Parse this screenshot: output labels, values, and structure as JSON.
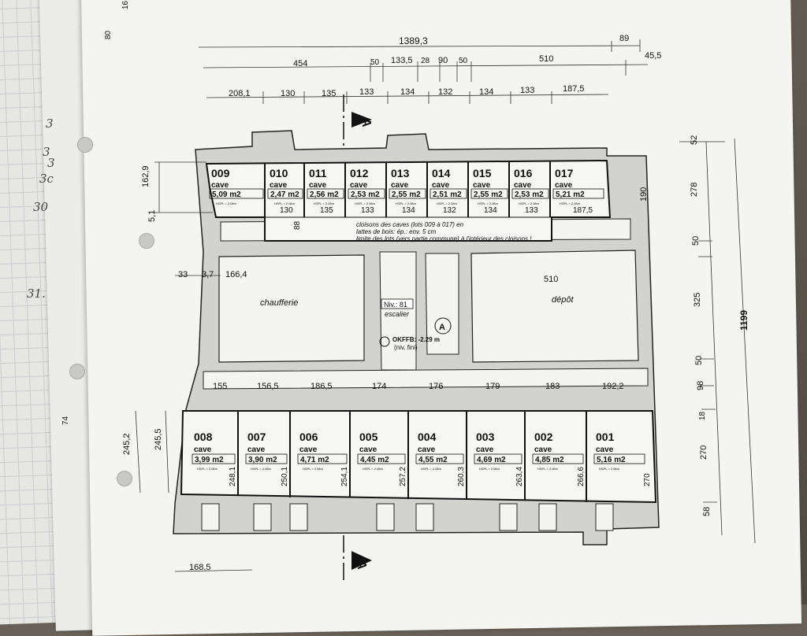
{
  "dimensions": {
    "total_width": "1389,3",
    "top_right_89": "89",
    "top_right_45": "45,5",
    "row2": [
      "454",
      "50",
      "133,5",
      "28",
      "90",
      "50",
      "510"
    ],
    "row3": [
      "208,1",
      "130",
      "135",
      "133",
      "134",
      "132",
      "134",
      "133",
      "187,5"
    ],
    "left_162": "162,9",
    "left_5": "5,1",
    "right_190": "190",
    "right_col": [
      "52",
      "278",
      "50",
      "325",
      "50",
      "98",
      "18",
      "270",
      "58"
    ],
    "right_total": "1199",
    "corridor_widths": [
      "155",
      "156,5",
      "186,5",
      "174",
      "176",
      "179",
      "183",
      "192,2"
    ],
    "left_245a": "245,2",
    "left_245b": "245,5",
    "left_33": "33",
    "left_3_7": "3,7",
    "left_166": "166,4",
    "right_510": "510",
    "bottom_168": "168,5",
    "left_88": "88",
    "left_74": "74",
    "margin_80": "80",
    "margin_16": "16"
  },
  "section_marker": "A",
  "top_cellars": [
    {
      "num": "009",
      "type": "cave",
      "area": "5,09 m2",
      "hspl": "HSPL = 2.08m",
      "width": ""
    },
    {
      "num": "010",
      "type": "cave",
      "area": "2,47 m2",
      "hspl": "HSPL = 2.08m",
      "width": "130"
    },
    {
      "num": "011",
      "type": "cave",
      "area": "2,56 m2",
      "hspl": "HSPL = 2.08m",
      "width": "135"
    },
    {
      "num": "012",
      "type": "cave",
      "area": "2,53 m2",
      "hspl": "HSPL = 2.08m",
      "width": "133"
    },
    {
      "num": "013",
      "type": "cave",
      "area": "2,55 m2",
      "hspl": "HSPL = 2.08m",
      "width": "134"
    },
    {
      "num": "014",
      "type": "cave",
      "area": "2,51 m2",
      "hspl": "HSPL = 2.08m",
      "width": "132"
    },
    {
      "num": "015",
      "type": "cave",
      "area": "2,55 m2",
      "hspl": "HSPL = 2.08m",
      "width": "134"
    },
    {
      "num": "016",
      "type": "cave",
      "area": "2,53 m2",
      "hspl": "HSPL = 2.08m",
      "width": "133"
    },
    {
      "num": "017",
      "type": "cave",
      "area": "5,21 m2",
      "hspl": "HSPL = 2.08m",
      "width": "187,5"
    }
  ],
  "bottom_cellars": [
    {
      "num": "008",
      "type": "cave",
      "area": "3,99 m2",
      "hspl": "HSPL = 2.08m",
      "depth": "248,1"
    },
    {
      "num": "007",
      "type": "cave",
      "area": "3,90 m2",
      "hspl": "HSPL = 2.08m",
      "depth": "250,1"
    },
    {
      "num": "006",
      "type": "cave",
      "area": "4,71 m2",
      "hspl": "HSPL = 2.08m",
      "depth": "254,1"
    },
    {
      "num": "005",
      "type": "cave",
      "area": "4,45 m2",
      "hspl": "HSPL = 2.08m",
      "depth": "257,2"
    },
    {
      "num": "004",
      "type": "cave",
      "area": "4,55 m2",
      "hspl": "HSPL = 2.08m",
      "depth": "260,3"
    },
    {
      "num": "003",
      "type": "cave",
      "area": "4,69 m2",
      "hspl": "HSPL = 2.08m",
      "depth": "263,4"
    },
    {
      "num": "002",
      "type": "cave",
      "area": "4,85 m2",
      "hspl": "HSPL = 2.08m",
      "depth": "266,6"
    },
    {
      "num": "001",
      "type": "cave",
      "area": "5,16 m2",
      "hspl": "HSPL = 2.08m",
      "depth": "270"
    }
  ],
  "rooms": {
    "chaufferie": "chaufferie",
    "depot": "dépôt",
    "niv": "Niv.: 81",
    "escalier": "escalier",
    "okffb": "OKFFB: -2.29 m",
    "okffb_sub": "(niv. fini)"
  },
  "notes": [
    "cloisons des caves (lots 009 à 017) en",
    "lattes de bois: ép.: env. 5 cm",
    "limite des lots (vers partie commune) à l'intérieur des cloisons !"
  ],
  "handwritten_margin": [
    "3",
    "3",
    "3",
    "3c",
    "30",
    "31."
  ]
}
